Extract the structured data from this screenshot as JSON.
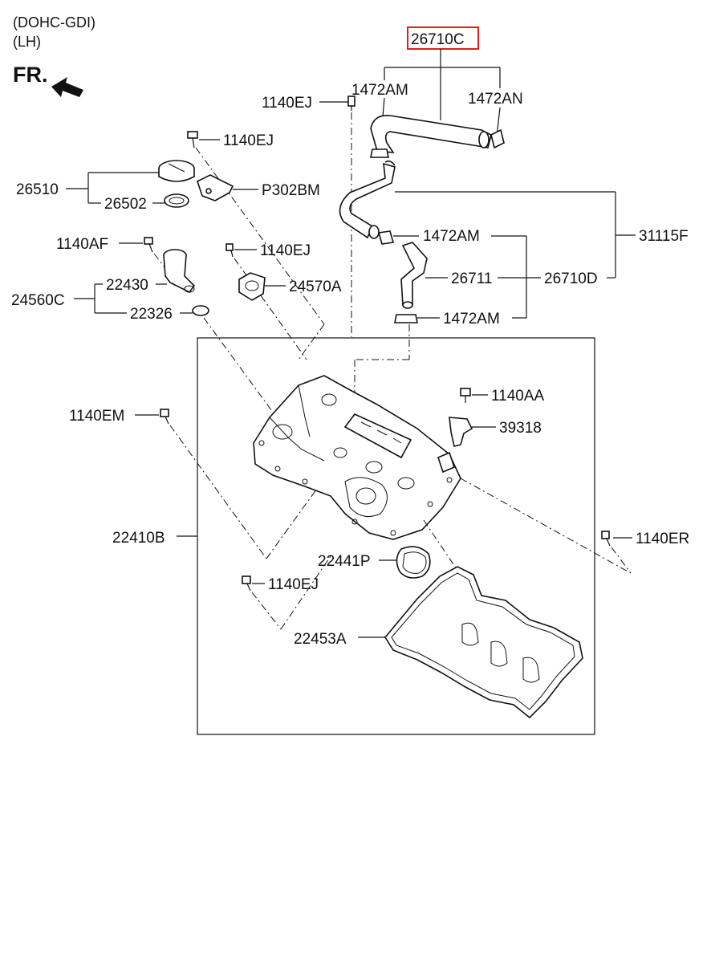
{
  "header": {
    "engine": "(DOHC-GDI)",
    "side": "(LH)",
    "direction": "FR."
  },
  "highlight_color": "#e0201c",
  "labels": {
    "p26710C": "26710C",
    "p1472AM_top": "1472AM",
    "p1472AN": "1472AN",
    "p1140EJ_top": "1140EJ",
    "p1140EJ_cap": "1140EJ",
    "p26510": "26510",
    "p26502": "26502",
    "pP302BM": "P302BM",
    "p1140AF": "1140AF",
    "p1140EJ_mid": "1140EJ",
    "p24570A": "24570A",
    "p24560C": "24560C",
    "p22430": "22430",
    "p22326": "22326",
    "p1472AM_mid": "1472AM",
    "p31115F": "31115F",
    "p26711": "26711",
    "p26710D": "26710D",
    "p1472AM_low": "1472AM",
    "p1140AA": "1140AA",
    "p39318": "39318",
    "p1140EM": "1140EM",
    "p22410B": "22410B",
    "p1140ER": "1140ER",
    "p22441P": "22441P",
    "p1140EJ_low": "1140EJ",
    "p22453A": "22453A"
  },
  "icons": {
    "fr_arrow": "fr-arrow-icon",
    "bolt": "bolt-icon",
    "hose": "hose-icon",
    "clamp": "clamp-icon",
    "cap": "oil-cap-icon",
    "cover": "cylinder-head-cover-icon",
    "gasket": "gasket-icon",
    "sensor": "sensor-icon"
  }
}
